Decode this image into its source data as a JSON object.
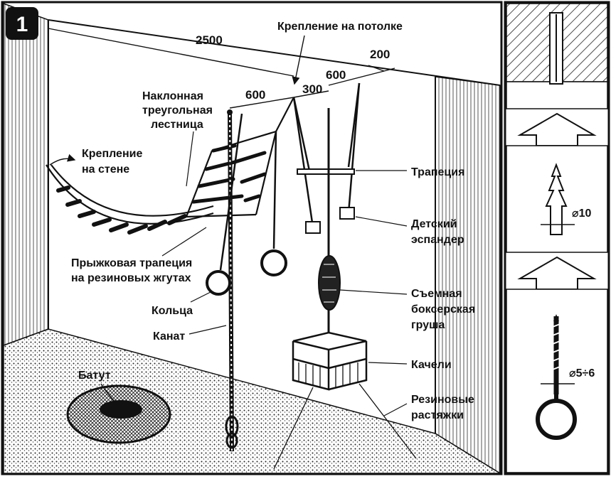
{
  "figure": {
    "number": "1",
    "labels": {
      "ceiling_mount": "Крепление на потолке",
      "wall_mount_1": "Крепление",
      "wall_mount_2": "на стене",
      "ladder_1": "Наклонная",
      "ladder_2": "треугольная",
      "ladder_3": "лестница",
      "jump_trapeze_1": "Прыжковая трапеция",
      "jump_trapeze_2": "на резиновых жгутах",
      "rings": "Кольца",
      "rope": "Канат",
      "trampoline": "Батут",
      "trapeze": "Трапеция",
      "expander_1": "Детский",
      "expander_2": "эспандер",
      "bag_1": "Съемная",
      "bag_2": "боксерская",
      "bag_3": "груша",
      "swing": "Качели",
      "braces_1": "Резиновые",
      "braces_2": "растяжки"
    },
    "dimensions": {
      "overall": "2500",
      "d600_left": "600",
      "d300": "300",
      "d600_right": "600",
      "d200": "200"
    },
    "detail_dims": {
      "dowel": "⌀10",
      "hook": "⌀5÷6"
    }
  }
}
